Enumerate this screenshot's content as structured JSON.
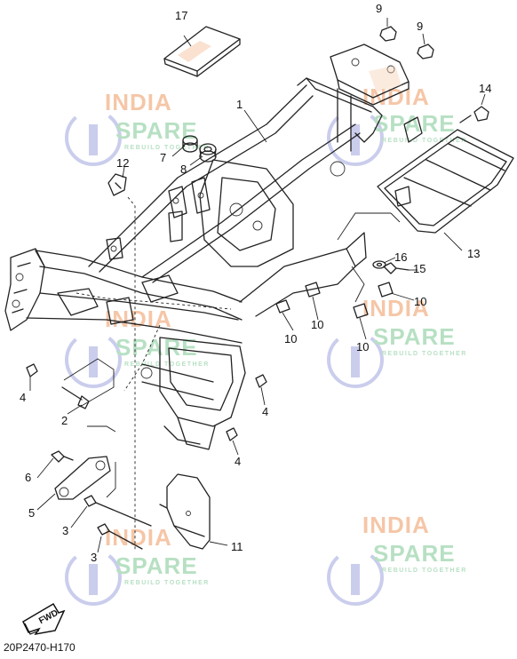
{
  "diagram": {
    "reference_code": "20P2470-H170",
    "fwd_label": "FWD",
    "watermark": {
      "line1": "INDIA",
      "line2": "SPARE",
      "tagline": "REBUILD TOGETHER",
      "colors": {
        "orange": "#f2b48a",
        "green": "#9fd6b0",
        "blue": "#b9bde6"
      }
    },
    "callouts": [
      {
        "label": "1"
      },
      {
        "label": "2"
      },
      {
        "label": "3"
      },
      {
        "label": "3"
      },
      {
        "label": "4"
      },
      {
        "label": "4"
      },
      {
        "label": "4"
      },
      {
        "label": "5"
      },
      {
        "label": "6"
      },
      {
        "label": "7"
      },
      {
        "label": "8"
      },
      {
        "label": "9"
      },
      {
        "label": "9"
      },
      {
        "label": "10"
      },
      {
        "label": "10"
      },
      {
        "label": "10"
      },
      {
        "label": "10"
      },
      {
        "label": "11"
      },
      {
        "label": "12"
      },
      {
        "label": "13"
      },
      {
        "label": "14"
      },
      {
        "label": "15"
      },
      {
        "label": "16"
      },
      {
        "label": "17"
      }
    ]
  }
}
